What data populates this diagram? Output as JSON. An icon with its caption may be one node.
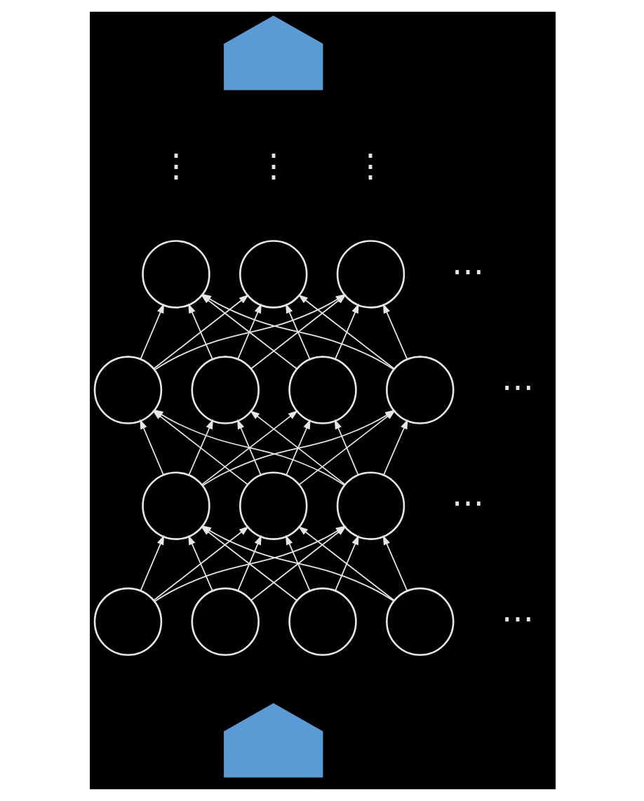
{
  "diagram": {
    "nodes": [
      {
        "text": [],
        "shape": "arrow"
      },
      {
        "text": [],
        "shape": "circle"
      },
      {
        "text": [],
        "shape": "circle"
      },
      {
        "text": [],
        "shape": "circle"
      },
      {
        "text": [],
        "shape": "circle"
      },
      {
        "text": [],
        "shape": "circle"
      },
      {
        "text": [],
        "shape": "circle"
      },
      {
        "text": [],
        "shape": "circle"
      },
      {
        "text": [],
        "shape": "circle"
      },
      {
        "text": [],
        "shape": "circle"
      },
      {
        "text": [],
        "shape": "circle"
      },
      {
        "text": [],
        "shape": "circle"
      },
      {
        "text": [],
        "shape": "circle"
      },
      {
        "text": [],
        "shape": "circle"
      },
      {
        "text": [],
        "shape": "circle"
      },
      {
        "text": [],
        "shape": "arrow"
      }
    ],
    "edges": [
      {
        "from": 4,
        "to": 1,
        "arrow": "to"
      },
      {
        "from": 4,
        "to": 2,
        "arrow": "to"
      },
      {
        "from": 4,
        "to": 3,
        "arrow": "to"
      },
      {
        "from": 5,
        "to": 1,
        "arrow": "to"
      },
      {
        "from": 5,
        "to": 2,
        "arrow": "to"
      },
      {
        "from": 5,
        "to": 3,
        "arrow": "to"
      },
      {
        "from": 6,
        "to": 1,
        "arrow": "to"
      },
      {
        "from": 6,
        "to": 2,
        "arrow": "to"
      },
      {
        "from": 6,
        "to": 3,
        "arrow": "to"
      },
      {
        "from": 7,
        "to": 1,
        "arrow": "to"
      },
      {
        "from": 7,
        "to": 2,
        "arrow": "to"
      },
      {
        "from": 7,
        "to": 3,
        "arrow": "to"
      },
      {
        "from": 8,
        "to": 4,
        "arrow": "to"
      },
      {
        "from": 8,
        "to": 5,
        "arrow": "to"
      },
      {
        "from": 8,
        "to": 6,
        "arrow": "to"
      },
      {
        "from": 8,
        "to": 7,
        "arrow": "to"
      },
      {
        "from": 9,
        "to": 4,
        "arrow": "to"
      },
      {
        "from": 9,
        "to": 5,
        "arrow": "to"
      },
      {
        "from": 9,
        "to": 6,
        "arrow": "to"
      },
      {
        "from": 9,
        "to": 7,
        "arrow": "to"
      },
      {
        "from": 10,
        "to": 4,
        "arrow": "to"
      },
      {
        "from": 10,
        "to": 5,
        "arrow": "to"
      },
      {
        "from": 10,
        "to": 6,
        "arrow": "to"
      },
      {
        "from": 10,
        "to": 7,
        "arrow": "to"
      },
      {
        "from": 11,
        "to": 8,
        "arrow": "to"
      },
      {
        "from": 11,
        "to": 9,
        "arrow": "to"
      },
      {
        "from": 11,
        "to": 10,
        "arrow": "to"
      },
      {
        "from": 12,
        "to": 8,
        "arrow": "to"
      },
      {
        "from": 12,
        "to": 9,
        "arrow": "to"
      },
      {
        "from": 12,
        "to": 10,
        "arrow": "to"
      },
      {
        "from": 13,
        "to": 8,
        "arrow": "to"
      },
      {
        "from": 13,
        "to": 9,
        "arrow": "to"
      },
      {
        "from": 13,
        "to": 10,
        "arrow": "to"
      },
      {
        "from": 14,
        "to": 8,
        "arrow": "to"
      },
      {
        "from": 14,
        "to": 9,
        "arrow": "to"
      },
      {
        "from": 14,
        "to": 10,
        "arrow": "to"
      }
    ],
    "labels": [
      "⋮",
      "⋮",
      "⋮",
      "⋯",
      "⋯",
      "⋯",
      "⋯"
    ]
  }
}
